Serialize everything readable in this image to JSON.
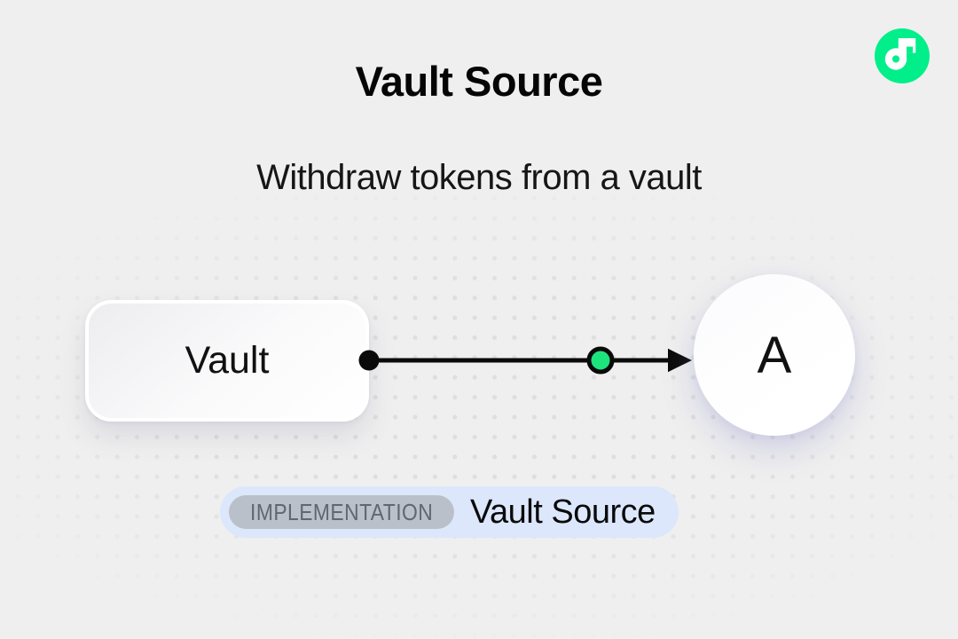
{
  "header": {
    "title": "Vault Source",
    "subtitle": "Withdraw tokens from a vault"
  },
  "logo": {
    "icon": "flow-logo",
    "color": "#00EF8B"
  },
  "diagram": {
    "source_node_label": "Vault",
    "target_node_label": "A",
    "connector": {
      "style": "arrow-right",
      "start_marker": "filled-dot",
      "token_marker": "green-circle"
    }
  },
  "badge": {
    "tag": "IMPLEMENTATION",
    "label": "Vault Source"
  },
  "colors": {
    "background": "#EFEFEF",
    "dot": "#DEDEDE",
    "ink": "#0A0A0A",
    "badge_bg": "#DCE7FB",
    "tag_bg": "#B9C0CA",
    "tag_text": "#5F6770",
    "token_green": "#1CE57E",
    "flow_green": "#00EF8B"
  }
}
